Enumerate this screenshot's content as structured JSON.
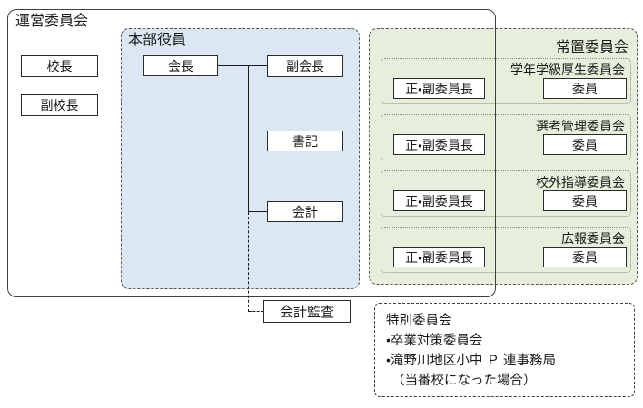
{
  "org_chart": {
    "management": {
      "title": "運営委員会",
      "boxes": [
        "校長",
        "副校長"
      ]
    },
    "headquarters": {
      "title": "本部役員",
      "chairman": "会長",
      "vice_chairman": "副会長",
      "secretary": "書記",
      "treasurer": "会計"
    },
    "standing": {
      "title": "常置委員会",
      "committees": [
        {
          "name": "学年学級厚生委員会",
          "chair": "正・副委員長",
          "member": "委員"
        },
        {
          "name": "選考管理委員会",
          "chair": "正・副委員長",
          "member": "委員"
        },
        {
          "name": "校外指導委員会",
          "chair": "正・副委員長",
          "member": "委員"
        },
        {
          "name": "広報委員会",
          "chair": "正・副委員長",
          "member": "委員"
        }
      ]
    },
    "audit": {
      "label": "会計監査"
    },
    "special": {
      "title": "特別委員会",
      "items": [
        "・卒業対策委員会",
        "・滝野川地区小中 Ｐ 連事務局",
        "（当番校になった場合）"
      ]
    },
    "colors": {
      "headquarters_fill": "#dbe7f3",
      "standing_fill": "#e7efdc",
      "group_border": "#555555",
      "box_border": "#2b2b2b",
      "line_color": "#1a1a1a"
    }
  }
}
